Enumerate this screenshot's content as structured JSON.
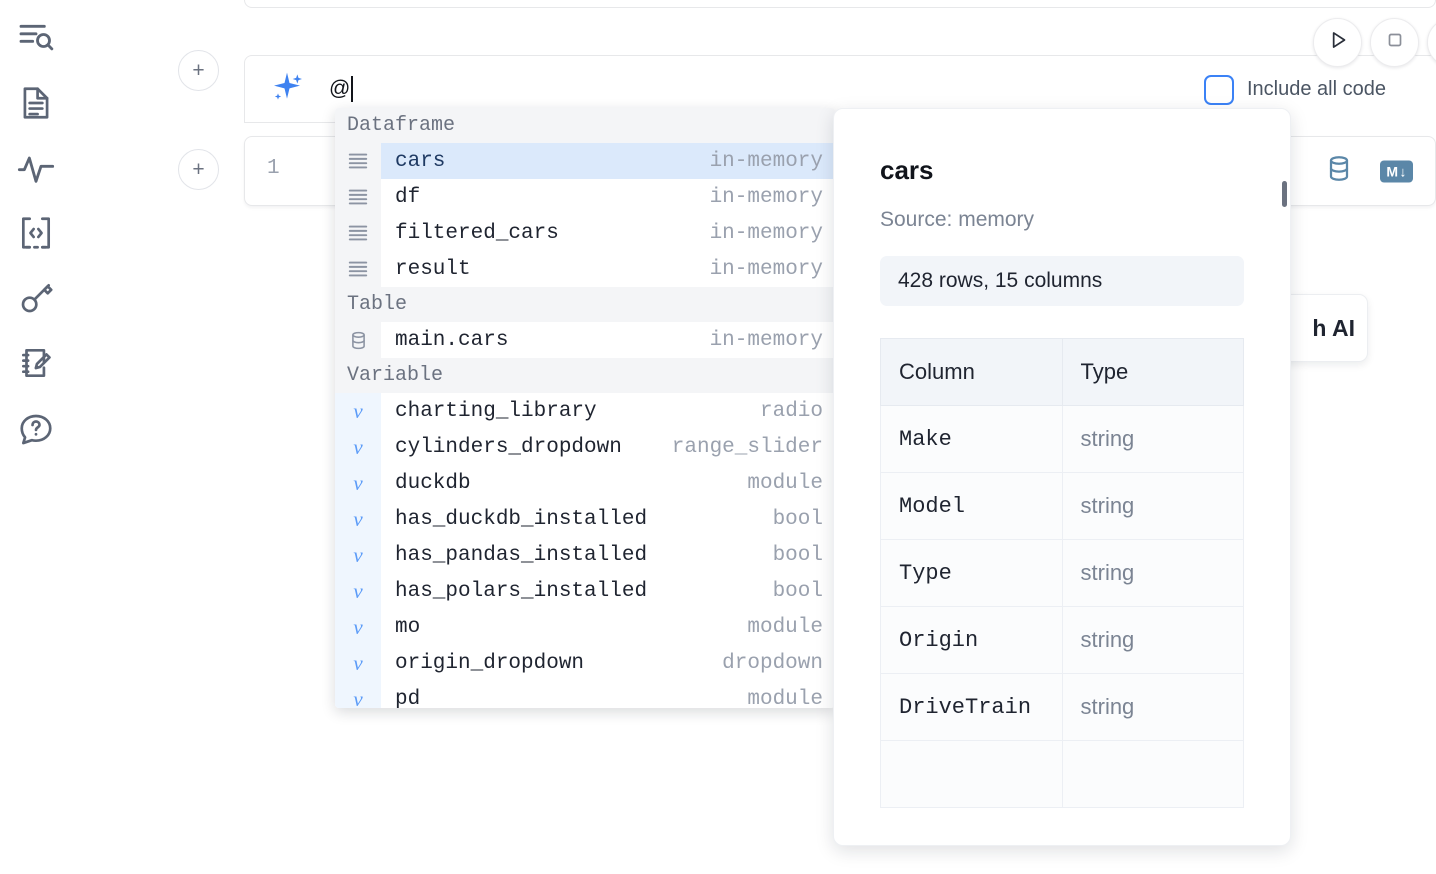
{
  "sidebar": {
    "items": [
      {
        "name": "file-search-icon",
        "label": "Explore notebook"
      },
      {
        "name": "document-icon",
        "label": "Documentation"
      },
      {
        "name": "activity-icon",
        "label": "Activity"
      },
      {
        "name": "code-brackets-icon",
        "label": "Snippets"
      },
      {
        "name": "key-icon",
        "label": "Secrets"
      },
      {
        "name": "notebook-edit-icon",
        "label": "Scratchpad"
      },
      {
        "name": "help-chat-icon",
        "label": "Help"
      }
    ]
  },
  "toolbar": {
    "add_cell_above_label": "+",
    "add_cell_below_label": "+",
    "run_label": "Run",
    "stop_label": "Stop"
  },
  "ai_prompt": {
    "icon": "sparkles-icon",
    "value": "@",
    "include_all_code_label": "Include all code",
    "include_all_code_checked": false
  },
  "code_cell": {
    "line_number": "1",
    "tools": [
      {
        "name": "database-icon",
        "label": "Database"
      },
      {
        "name": "markdown-icon",
        "label": "M"
      }
    ],
    "markdown_badge": "M",
    "markdown_badge_arrow": "↓"
  },
  "ai_chip": {
    "label": "h AI"
  },
  "autocomplete": {
    "groups": [
      {
        "title": "Dataframe",
        "icon": "dataframe-icon",
        "kind": "dataframe",
        "items": [
          {
            "name": "cars",
            "meta": "in-memory",
            "selected": true
          },
          {
            "name": "df",
            "meta": "in-memory",
            "selected": false
          },
          {
            "name": "filtered_cars",
            "meta": "in-memory",
            "selected": false
          },
          {
            "name": "result",
            "meta": "in-memory",
            "selected": false
          }
        ]
      },
      {
        "title": "Table",
        "icon": "table-db-icon",
        "kind": "table",
        "items": [
          {
            "name": "main.cars",
            "meta": "in-memory",
            "selected": false
          }
        ]
      },
      {
        "title": "Variable",
        "icon": "variable-icon",
        "kind": "variable",
        "items": [
          {
            "name": "charting_library",
            "meta": "radio",
            "selected": false
          },
          {
            "name": "cylinders_dropdown",
            "meta": "range_slider",
            "selected": false
          },
          {
            "name": "duckdb",
            "meta": "module",
            "selected": false
          },
          {
            "name": "has_duckdb_installed",
            "meta": "bool",
            "selected": false
          },
          {
            "name": "has_pandas_installed",
            "meta": "bool",
            "selected": false
          },
          {
            "name": "has_polars_installed",
            "meta": "bool",
            "selected": false
          },
          {
            "name": "mo",
            "meta": "module",
            "selected": false
          },
          {
            "name": "origin_dropdown",
            "meta": "dropdown",
            "selected": false
          },
          {
            "name": "pd",
            "meta": "module",
            "selected": false
          }
        ]
      }
    ]
  },
  "documentation": {
    "title": "cars",
    "source": "Source: memory",
    "stats": "428 rows, 15 columns",
    "columns_header": "Column",
    "type_header": "Type",
    "rows": [
      {
        "column": "Make",
        "type": "string"
      },
      {
        "column": "Model",
        "type": "string"
      },
      {
        "column": "Type",
        "type": "string"
      },
      {
        "column": "Origin",
        "type": "string"
      },
      {
        "column": "DriveTrain",
        "type": "string"
      }
    ]
  },
  "colors": {
    "accent_blue": "#3b82f6",
    "selection_blue": "#dbe9fb",
    "icon_gray": "#5c6575",
    "meta_gray": "#9aa1ae",
    "panel_bg": "#f2f5f9",
    "md_badge": "#5b87a8"
  }
}
